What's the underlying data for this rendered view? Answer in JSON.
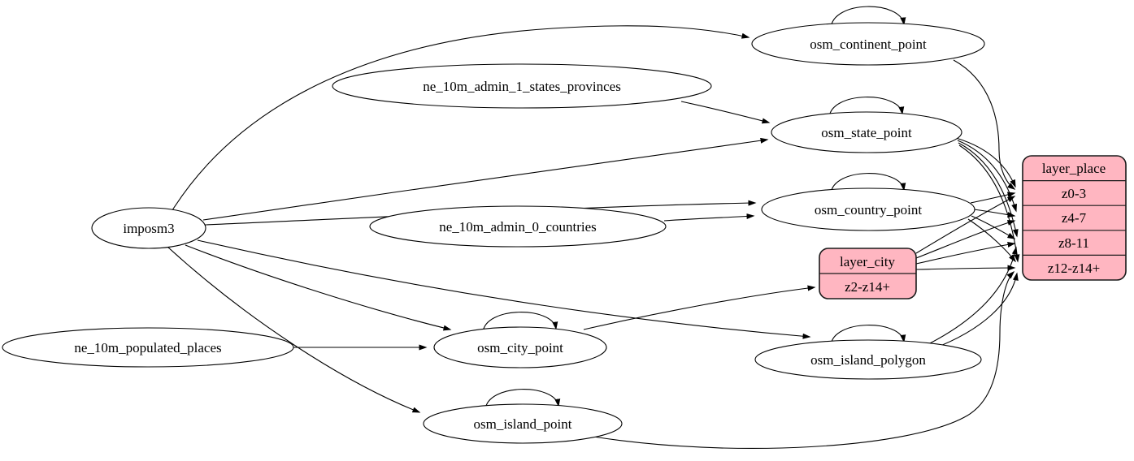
{
  "diagram": {
    "type": "etl-dependency-graph",
    "colors": {
      "background": "#ffffff",
      "node_fill": "#ffffff",
      "record_fill": "#ffb6c1",
      "stroke": "#000000"
    },
    "labels": {
      "imposm3": "imposm3",
      "ne_10m_admin_1_states_provinces": "ne_10m_admin_1_states_provinces",
      "ne_10m_admin_0_countries": "ne_10m_admin_0_countries",
      "ne_10m_populated_places": "ne_10m_populated_places",
      "osm_continent_point": "osm_continent_point",
      "osm_state_point": "osm_state_point",
      "osm_country_point": "osm_country_point",
      "osm_city_point": "osm_city_point",
      "osm_island_polygon": "osm_island_polygon",
      "osm_island_point": "osm_island_point",
      "layer_city_title": "layer_city",
      "layer_city_rows": [
        "z2-z14+"
      ],
      "layer_place_title": "layer_place",
      "layer_place_rows": [
        "z0-3",
        "z4-7",
        "z8-11",
        "z12-z14+"
      ]
    },
    "edges": [
      {
        "from": "imposm3",
        "to": "osm_continent_point"
      },
      {
        "from": "imposm3",
        "to": "osm_state_point"
      },
      {
        "from": "imposm3",
        "to": "osm_country_point"
      },
      {
        "from": "imposm3",
        "to": "osm_city_point"
      },
      {
        "from": "imposm3",
        "to": "osm_island_polygon"
      },
      {
        "from": "imposm3",
        "to": "osm_island_point"
      },
      {
        "from": "ne_10m_admin_1_states_provinces",
        "to": "osm_state_point"
      },
      {
        "from": "ne_10m_admin_0_countries",
        "to": "osm_country_point"
      },
      {
        "from": "ne_10m_populated_places",
        "to": "osm_city_point"
      },
      {
        "from": "osm_continent_point",
        "to": "osm_continent_point"
      },
      {
        "from": "osm_state_point",
        "to": "osm_state_point"
      },
      {
        "from": "osm_country_point",
        "to": "osm_country_point"
      },
      {
        "from": "osm_city_point",
        "to": "osm_city_point"
      },
      {
        "from": "osm_island_polygon",
        "to": "osm_island_polygon"
      },
      {
        "from": "osm_island_point",
        "to": "osm_island_point"
      },
      {
        "from": "osm_city_point",
        "to": "layer_city:z2-z14+"
      },
      {
        "from": "osm_continent_point",
        "to": "layer_place:z0-3"
      },
      {
        "from": "osm_state_point",
        "to": "layer_place:z0-3"
      },
      {
        "from": "osm_state_point",
        "to": "layer_place:z4-7"
      },
      {
        "from": "osm_state_point",
        "to": "layer_place:z8-11"
      },
      {
        "from": "osm_state_point",
        "to": "layer_place:z12-z14+"
      },
      {
        "from": "osm_country_point",
        "to": "layer_place:z0-3"
      },
      {
        "from": "osm_country_point",
        "to": "layer_place:z4-7"
      },
      {
        "from": "osm_country_point",
        "to": "layer_place:z8-11"
      },
      {
        "from": "osm_country_point",
        "to": "layer_place:z12-z14+"
      },
      {
        "from": "layer_city",
        "to": "layer_place:z0-3"
      },
      {
        "from": "layer_city",
        "to": "layer_place:z4-7"
      },
      {
        "from": "layer_city",
        "to": "layer_place:z8-11"
      },
      {
        "from": "layer_city",
        "to": "layer_place:z12-z14+"
      },
      {
        "from": "osm_island_polygon",
        "to": "layer_place:z8-11"
      },
      {
        "from": "osm_island_polygon",
        "to": "layer_place:z12-z14+"
      },
      {
        "from": "osm_island_point",
        "to": "layer_place:z12-z14+"
      }
    ]
  }
}
